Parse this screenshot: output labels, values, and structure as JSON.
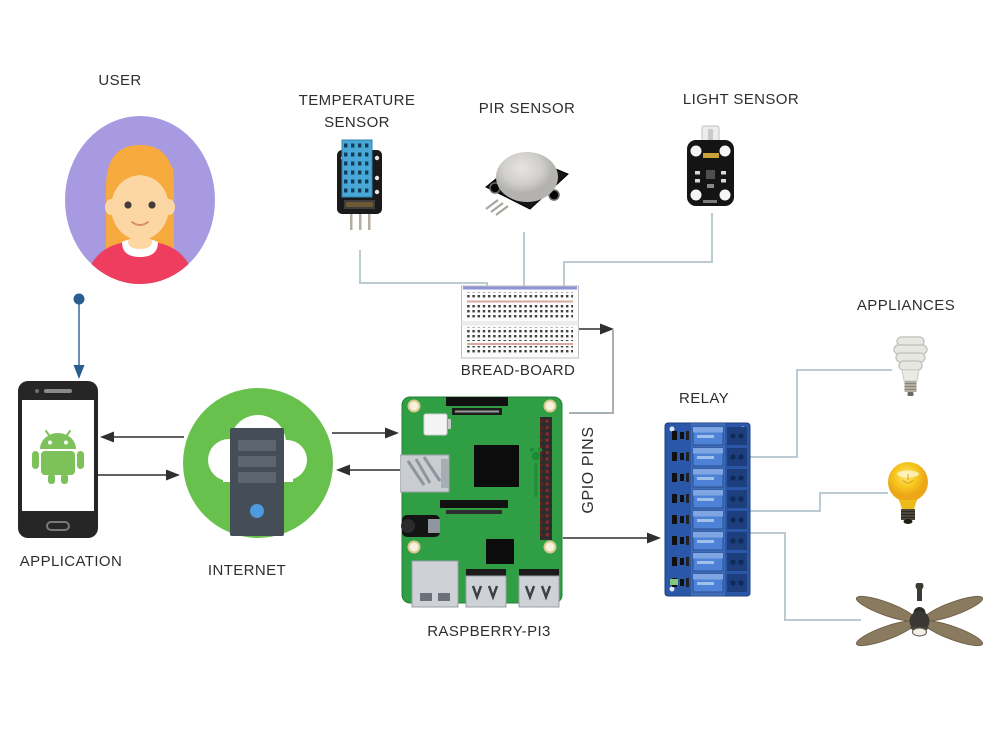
{
  "nodes": {
    "user": {
      "label": "USER"
    },
    "application": {
      "label": "APPLICATION"
    },
    "internet": {
      "label": "INTERNET"
    },
    "temperature_sensor": {
      "label": "TEMPERATURE SENSOR"
    },
    "pir_sensor": {
      "label": "PIR SENSOR"
    },
    "light_sensor": {
      "label": "LIGHT SENSOR"
    },
    "breadboard": {
      "label": "BREAD-BOARD"
    },
    "raspberry_pi": {
      "label": "RASPBERRY-PI3"
    },
    "gpio_pins": {
      "label": "GPIO PINS"
    },
    "relay": {
      "label": "RELAY"
    },
    "appliances": {
      "label": "APPLIANCES"
    }
  },
  "icons": [
    "user-avatar-icon",
    "smartphone-icon",
    "android-robot-icon",
    "internet-cloud-server-icon",
    "dht11-temperature-sensor-icon",
    "pir-sensor-icon",
    "light-sensor-icon",
    "breadboard-icon",
    "raspberry-pi-board-icon",
    "relay-module-icon",
    "cfl-bulb-icon",
    "incandescent-bulb-icon",
    "ceiling-fan-icon"
  ],
  "connections": [
    {
      "from": "user",
      "to": "application",
      "style": "blue-arrow"
    },
    {
      "from": "internet",
      "to": "application",
      "style": "arrow"
    },
    {
      "from": "application",
      "to": "internet",
      "style": "arrow"
    },
    {
      "from": "internet",
      "to": "raspberry_pi",
      "style": "arrow"
    },
    {
      "from": "raspberry_pi",
      "to": "internet",
      "style": "arrow"
    },
    {
      "from": "raspberry_pi",
      "to": "relay",
      "style": "arrow"
    },
    {
      "from": "breadboard",
      "to": "gpio_pins",
      "style": "arrow-then-wire"
    },
    {
      "from": "temperature_sensor",
      "to": "breadboard",
      "style": "wire"
    },
    {
      "from": "pir_sensor",
      "to": "breadboard",
      "style": "wire"
    },
    {
      "from": "light_sensor",
      "to": "breadboard",
      "style": "wire"
    },
    {
      "from": "relay",
      "to": "appliances_cfl_bulb",
      "style": "wire"
    },
    {
      "from": "relay",
      "to": "appliances_bulb",
      "style": "wire"
    },
    {
      "from": "relay",
      "to": "appliances_fan",
      "style": "wire"
    }
  ],
  "colors": {
    "label_text": "#2e2e2e",
    "arrow_blue": "#2b5d90",
    "arrow_dark": "#2f2f2f",
    "wire_light": "#bccad1",
    "wire_gray": "#a7b0b5",
    "avatar_purple": "#a79ae0",
    "avatar_hair": "#f6a93d",
    "avatar_skin": "#fcd7a3",
    "avatar_sweater": "#ee3d5f",
    "android_green": "#7cc15a",
    "internet_green": "#68c04d",
    "server_dot": "#4d9ade",
    "pi_green": "#2f9e44",
    "relay_board": "#2b57a8",
    "relay_box": "#4d82d6",
    "dht_blue": "#4aa8d8",
    "bulb_yellow": "#f7c81e",
    "fan_blade": "#8b7b5e",
    "phone_black": "#262626"
  }
}
